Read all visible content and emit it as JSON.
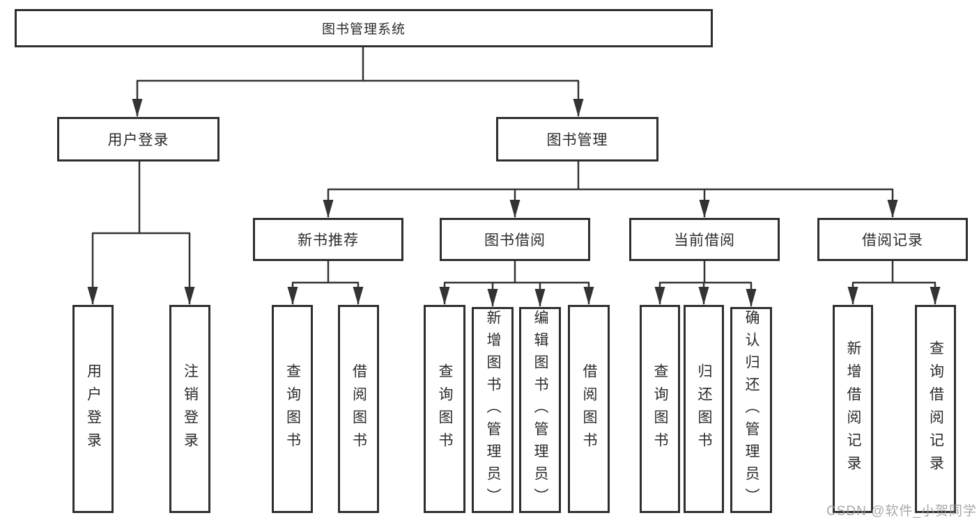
{
  "diagram": {
    "title": "图书管理系统",
    "root": {
      "label": "图书管理系统"
    },
    "branches": [
      {
        "label": "用户登录",
        "children": [
          {
            "label": "用户登录"
          },
          {
            "label": "注销登录"
          }
        ]
      },
      {
        "label": "图书管理",
        "children": [
          {
            "label": "新书推荐",
            "children": [
              {
                "label": "查询图书"
              },
              {
                "label": "借阅图书"
              }
            ]
          },
          {
            "label": "图书借阅",
            "children": [
              {
                "label": "查询图书"
              },
              {
                "label": "新增图书（管理员）"
              },
              {
                "label": "编辑图书（管理员）"
              },
              {
                "label": "借阅图书"
              }
            ]
          },
          {
            "label": "当前借阅",
            "children": [
              {
                "label": "查询图书"
              },
              {
                "label": "归还图书"
              },
              {
                "label": "确认归还（管理员）"
              }
            ]
          },
          {
            "label": "借阅记录",
            "children": [
              {
                "label": "新增借阅记录"
              },
              {
                "label": "查询借阅记录"
              }
            ]
          }
        ]
      }
    ]
  },
  "watermark": {
    "text": "CSDN @软件_小贺同学"
  },
  "colors": {
    "background": "#ffffff",
    "line": "#333333",
    "box_border": "#2e2e2e",
    "text": "#2b2b2b",
    "watermark": "#9a9a9a"
  }
}
